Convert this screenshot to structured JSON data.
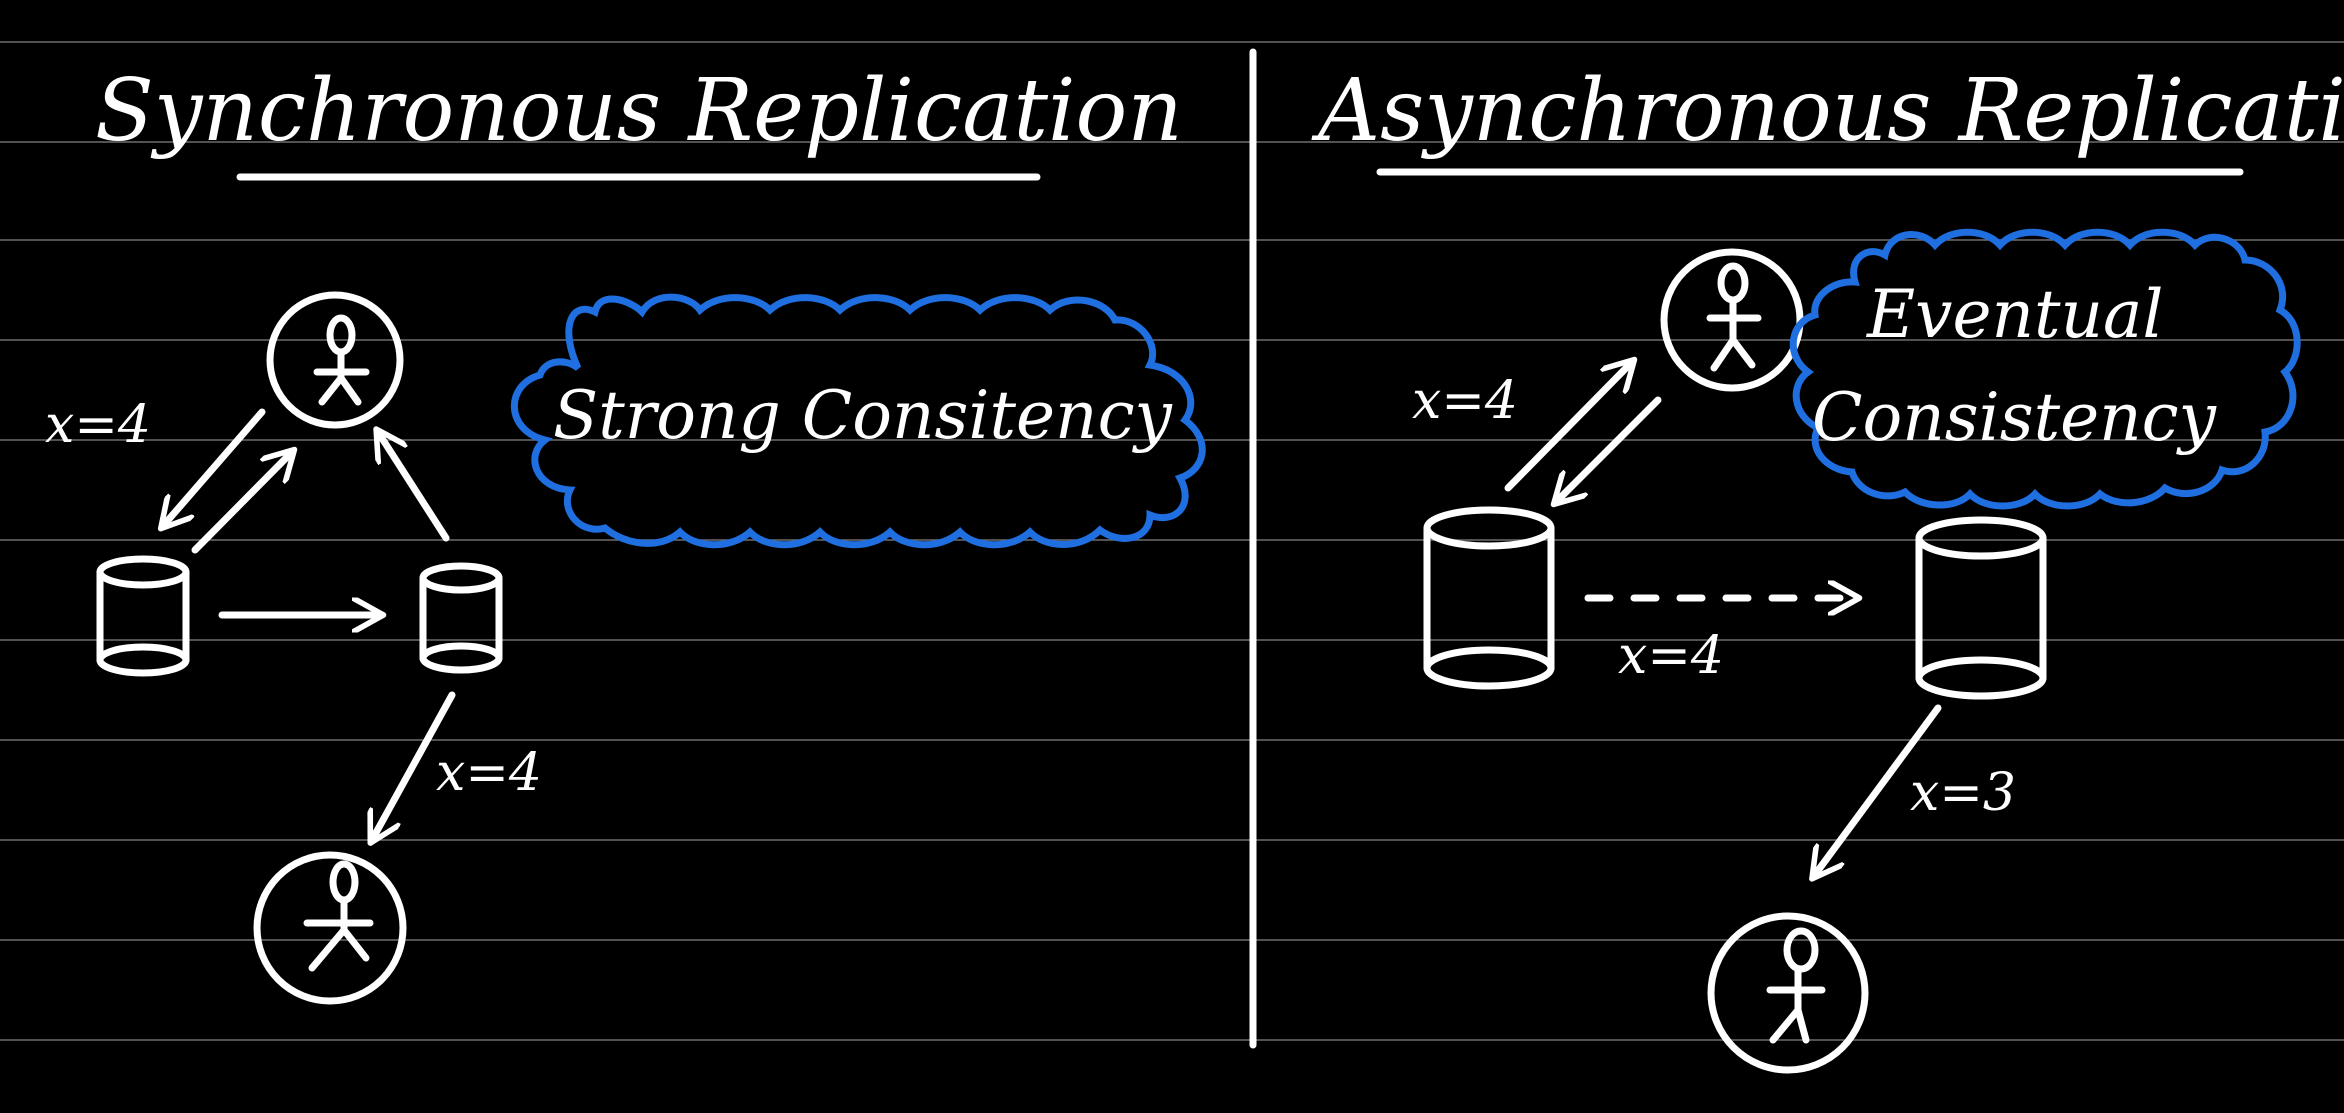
{
  "panels": {
    "sync": {
      "title": "Synchronous Replication",
      "cloud_text": "Strong Consitency",
      "label_client_write": "x=4",
      "label_read": "x=4"
    },
    "async": {
      "title": "Asynchronous Replication",
      "cloud_line1": "Eventual",
      "cloud_line2": "Consistency",
      "label_client_write": "x=4",
      "label_replication": "x=4",
      "label_read": "x=3"
    }
  },
  "colors": {
    "background": "#000000",
    "ink": "#ffffff",
    "cloud": "#1f6fe0",
    "ruled_lines": "#6e6e6e"
  },
  "icons": [
    "user-icon",
    "database-icon"
  ]
}
